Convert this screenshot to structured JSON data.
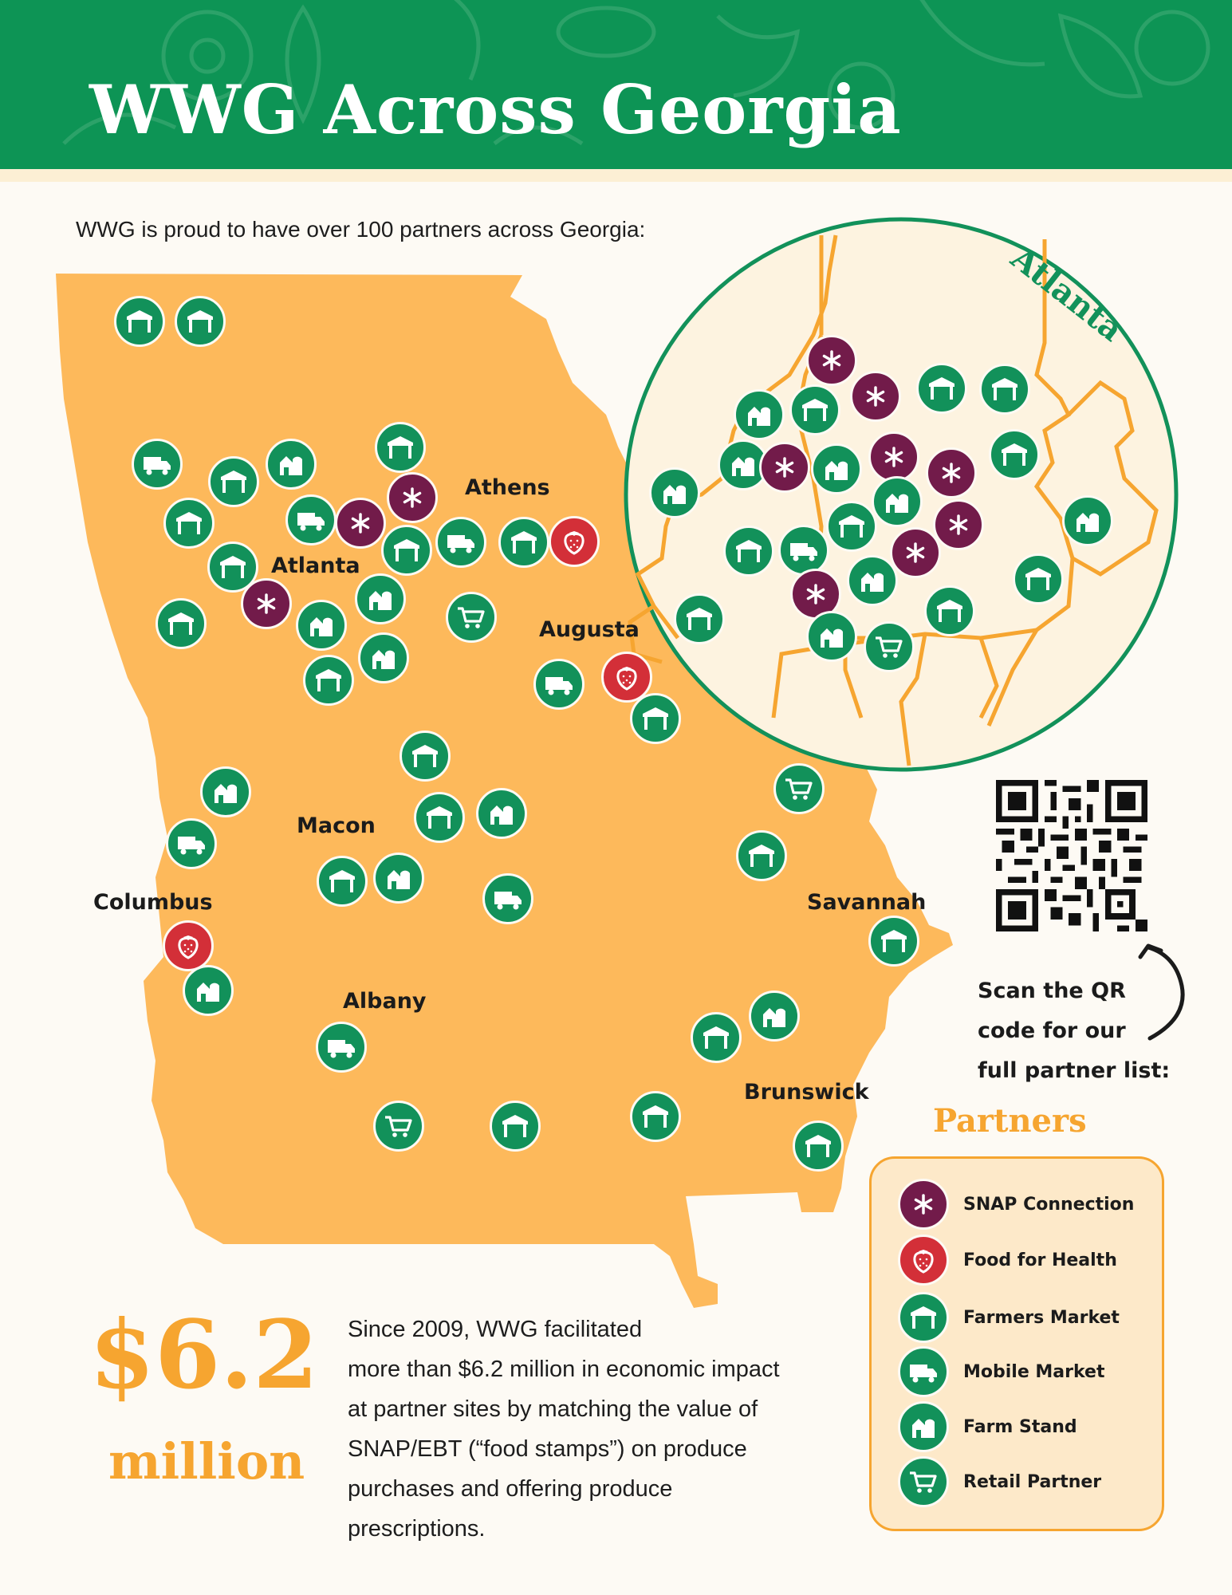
{
  "header": {
    "title": "WWG Across Georgia"
  },
  "intro": "WWG is proud to have over 100 partners across Georgia:",
  "map": {
    "cities": [
      "Athens",
      "Atlanta",
      "Augusta",
      "Macon",
      "Columbus",
      "Savannah",
      "Albany",
      "Brunswick"
    ],
    "inset_label": "Atlanta",
    "colors": {
      "state": "#fdb95b",
      "green": "#12915a",
      "purple": "#721b4a",
      "red": "#d32f38",
      "accent": "#f6a530"
    }
  },
  "qr": {
    "lines": [
      "Scan the QR",
      "code for our",
      "full partner list:"
    ]
  },
  "legend": {
    "title": "Partners",
    "items": [
      {
        "label": "SNAP Connection",
        "icon": "snowflake-asterisk-icon",
        "color": "#721b4a"
      },
      {
        "label": "Food for Health",
        "icon": "strawberry-icon",
        "color": "#d32f38"
      },
      {
        "label": "Farmers Market",
        "icon": "market-tent-icon",
        "color": "#12915a"
      },
      {
        "label": "Mobile Market",
        "icon": "truck-icon",
        "color": "#12915a"
      },
      {
        "label": "Farm Stand",
        "icon": "barn-icon",
        "color": "#12915a"
      },
      {
        "label": "Retail Partner",
        "icon": "shopping-cart-icon",
        "color": "#12915a"
      }
    ]
  },
  "stat": {
    "value": "$6.2",
    "unit": "million"
  },
  "description": {
    "lines": [
      "Since 2009, WWG facilitated",
      "more than $6.2 million in economic impact",
      "at partner sites by matching the value of",
      "SNAP/EBT (“food stamps”) on produce",
      "purchases and offering produce",
      "prescriptions."
    ]
  }
}
